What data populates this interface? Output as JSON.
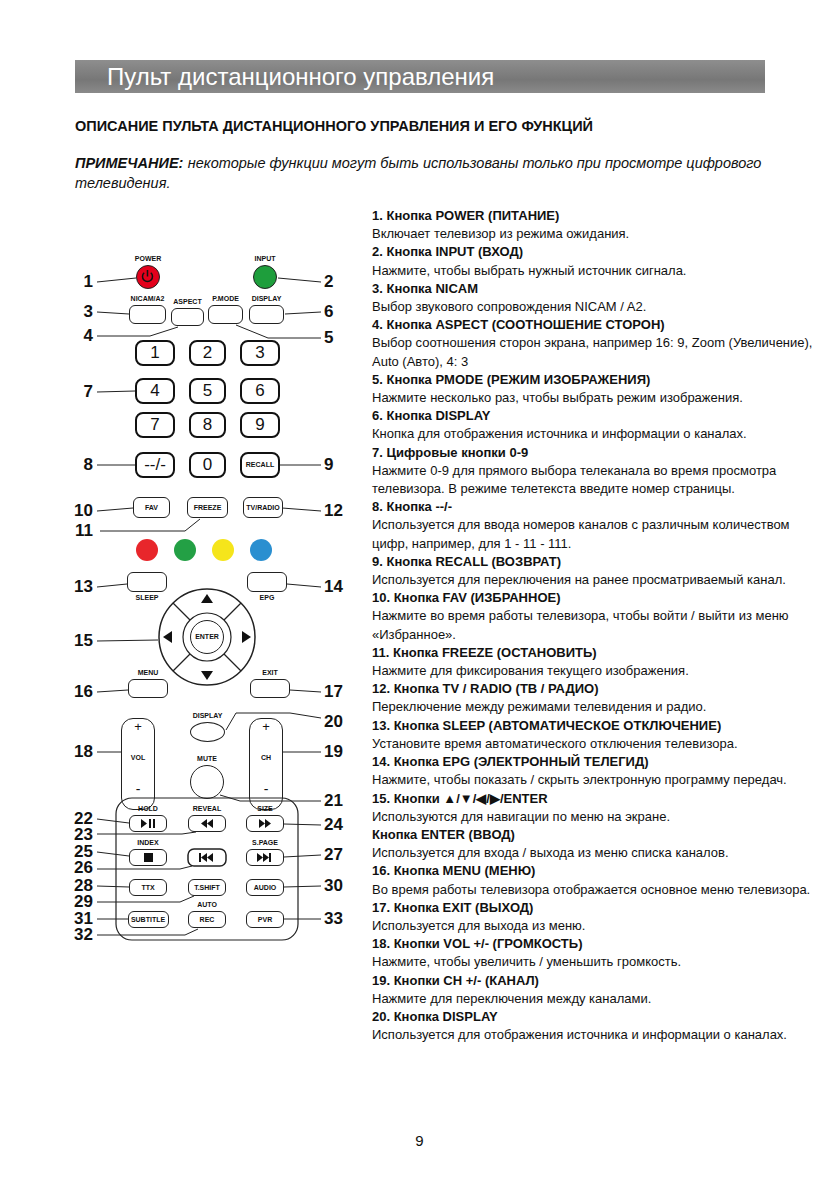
{
  "diagram": {
    "title": "Пульт дистанционного управления",
    "nodes": [
      {
        "text": []
      },
      {
        "text": [
          "POWER"
        ],
        "in": 0
      },
      {
        "text": [
          "INPUT"
        ],
        "in": 0
      },
      {
        "text": [
          "NICAM/A2"
        ],
        "in": 0
      },
      {
        "text": [
          "ASPECT"
        ],
        "in": 0
      },
      {
        "text": [
          "P.MODE"
        ],
        "in": 0
      },
      {
        "text": [
          "DISPLAY"
        ],
        "in": 0
      },
      {
        "text": [
          "1"
        ],
        "in": 0
      },
      {
        "text": [
          "2"
        ],
        "in": 0
      },
      {
        "text": [
          "3"
        ],
        "in": 0
      },
      {
        "text": [
          "4"
        ],
        "in": 0
      },
      {
        "text": [
          "5"
        ],
        "in": 0
      },
      {
        "text": [
          "6"
        ],
        "in": 0
      },
      {
        "text": [
          "7"
        ],
        "in": 0
      },
      {
        "text": [
          "8"
        ],
        "in": 0
      },
      {
        "text": [
          "9"
        ],
        "in": 0
      },
      {
        "text": [
          "--/-"
        ],
        "in": 0
      },
      {
        "text": [
          "0"
        ],
        "in": 0
      },
      {
        "text": [
          "RECALL"
        ],
        "in": 0
      },
      {
        "text": [
          "FAV"
        ],
        "in": 0
      },
      {
        "text": [
          "FREEZE"
        ],
        "in": 0
      },
      {
        "text": [
          "TV/RADIO"
        ],
        "in": 0
      },
      {
        "text": [
          "SLEEP"
        ],
        "in": 0
      },
      {
        "text": [
          "EPG"
        ],
        "in": 0
      },
      {
        "text": [
          "ENTER"
        ],
        "in": 0
      },
      {
        "text": [
          "MENU"
        ],
        "in": 0
      },
      {
        "text": [
          "EXIT"
        ],
        "in": 0
      },
      {
        "text": [
          "+",
          "VOL",
          "-"
        ],
        "in": 0
      },
      {
        "text": [
          "DISPLAY"
        ],
        "in": 0
      },
      {
        "text": [
          "+",
          "CH",
          "-"
        ],
        "in": 0
      },
      {
        "text": [
          "MUTE"
        ],
        "in": 0
      },
      {
        "text": [
          "HOLD"
        ],
        "in": 0
      },
      {
        "text": [
          "REVEAL"
        ],
        "in": 0
      },
      {
        "text": [
          "SIZE"
        ],
        "in": 0
      },
      {
        "text": [
          "INDEX"
        ],
        "in": 0
      },
      {
        "text": [
          "S.PAGE"
        ],
        "in": 0
      },
      {
        "text": [
          "TTX"
        ],
        "in": 0
      },
      {
        "text": [
          "T.SHIFT"
        ],
        "in": 0
      },
      {
        "text": [
          "AUDIO"
        ],
        "in": 0
      },
      {
        "text": [
          "SUBTITLE"
        ],
        "in": 0
      },
      {
        "text": [
          "AUTO",
          "REC"
        ],
        "in": 0
      },
      {
        "text": [
          "PVR"
        ],
        "in": 0
      }
    ],
    "labels": [
      "ОПИСАНИЕ ПУЛЬТА ДИСТАНЦИОННОГО УПРАВЛЕНИЯ И ЕГО ФУНКЦИЙ",
      "ПРИМЕЧАНИЕ:",
      "некоторые функции могут быть использованы только при просмотре цифрового телевидения.",
      "1",
      "2",
      "3",
      "4",
      "5",
      "6",
      "7",
      "8",
      "9",
      "10",
      "11",
      "12",
      "13",
      "14",
      "15",
      "16",
      "17",
      "18",
      "19",
      "20",
      "21",
      "22",
      "23",
      "24",
      "25",
      "26",
      "27",
      "28",
      "29",
      "30",
      "31",
      "32",
      "33",
      "1. Кнопка POWER (ПИТАНИЕ)",
      "Включает телевизор из режима ожидания.",
      "2. Кнопка INPUT (ВХОД)",
      "Нажмите, чтобы выбрать нужный источник сигнала.",
      "3. Кнопка NICAM",
      "Выбор звукового сопровождения NICAM / A2.",
      "4. Кнопка ASPECT (СООТНОШЕНИЕ СТОРОН)",
      "Выбор соотношения сторон экрана, например 16: 9, Zoom (Увеличение), Auto (Авто), 4: 3",
      "5. Кнопка PMODE (РЕЖИМ ИЗОБРАЖЕНИЯ)",
      "Нажмите несколько раз, чтобы выбрать режим изображения.",
      "6. Кнопка DISPLAY",
      "Кнопка для отображения источника и информации о каналах.",
      "7. Цифровые кнопки 0-9",
      "Нажмите 0-9 для прямого выбора телеканала во время просмотра телевизора. В режиме телетекста введите номер страницы.",
      "8. Кнопка --/-",
      "Используется для ввода номеров каналов с различным количеством цифр, например, для 1 - 11 - 111.",
      "9. Кнопка RECALL (ВОЗВРАТ)",
      "Используется для переключения на ранее просматриваемый канал.",
      "10. Кнопка FAV (ИЗБРАННОЕ)",
      "Нажмите во время работы телевизора, чтобы войти / выйти из меню «Избранное».",
      "11. Кнопка FREEZE (ОСТАНОВИТЬ)",
      "Нажмите для фиксирования текущего изображения.",
      "12. Кнопка TV / RADIO (ТВ / РАДИО)",
      "Переключение между режимами телевидения и радио.",
      "13. Кнопка SLEEP (АВТОМАТИЧЕСКОЕ ОТКЛЮЧЕНИЕ)",
      "Установите время автоматического отключения телевизора.",
      "14. Кнопка EPG (ЭЛЕКТРОННЫЙ ТЕЛЕГИД)",
      "Нажмите, чтобы показать / скрыть электронную программу передач.",
      "15. Кнопки ▲/▼/◀/▶/ENTER",
      "Используются для навигации по меню на экране.",
      "Кнопка ENTER (ВВОД)",
      "Используется для входа / выхода из меню списка каналов.",
      "16. Кнопка MENU (МЕНЮ)",
      "Во время работы телевизора отображается основное меню телевизора.",
      "17. Кнопка EXIT (ВЫХОД)",
      "Используется для выхода из меню.",
      "18. Кнопки VOL +/- (ГРОМКОСТЬ)",
      "Нажмите, чтобы увеличить / уменьшить громкость.",
      "19. Кнопки CH +/- (КАНАЛ)",
      "Нажмите для переключения между каналами.",
      "20. Кнопка DISPLAY",
      "Используется для отображения источника и информации о каналах.",
      "9"
    ]
  }
}
